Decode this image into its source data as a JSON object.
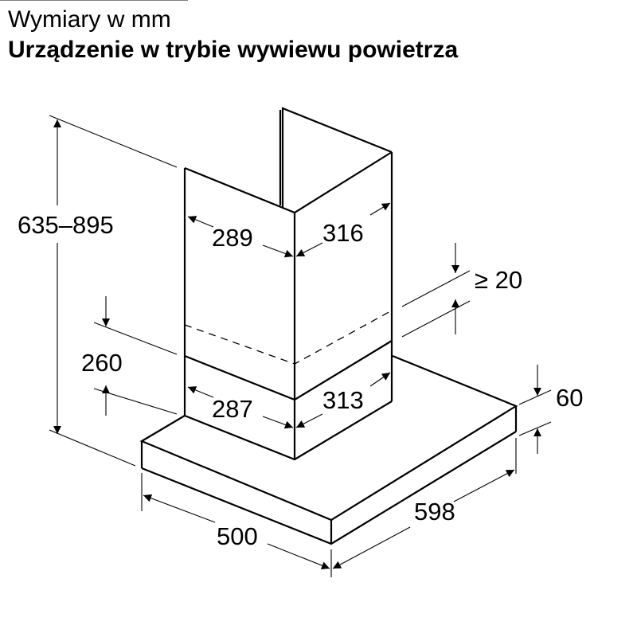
{
  "header": {
    "title": "Wymiary w mm",
    "subtitle": "Urządzenie w trybie wywiewu powietrza"
  },
  "dimensions": {
    "total_height": "635–895",
    "upper_chimney_width": "289",
    "upper_chimney_depth": "316",
    "min_clearance": "≥ 20",
    "lower_chimney_height": "260",
    "lower_chimney_width": "287",
    "lower_chimney_depth": "313",
    "hood_height": "60",
    "hood_depth": "500",
    "hood_width": "598"
  }
}
